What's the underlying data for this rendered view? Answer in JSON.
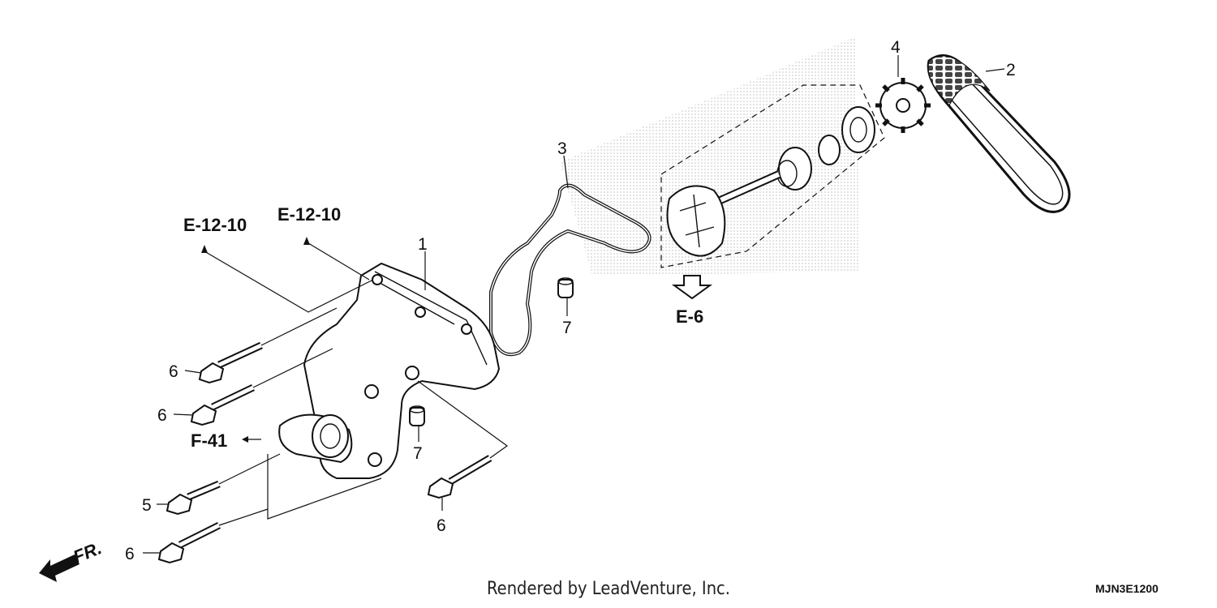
{
  "callouts": {
    "c1": "1",
    "c2": "2",
    "c3": "3",
    "c4": "4",
    "c5": "5",
    "c6a": "6",
    "c6b": "6",
    "c6c": "6",
    "c6d": "6",
    "c7a": "7",
    "c7b": "7"
  },
  "references": {
    "e12_left": "E-12-10",
    "e12_right": "E-12-10",
    "e6": "E-6",
    "f41": "F-41"
  },
  "direction": {
    "fr": "FR."
  },
  "footer": {
    "credit": "Rendered by LeadVenture, Inc.",
    "code": "MJN3E1200"
  }
}
